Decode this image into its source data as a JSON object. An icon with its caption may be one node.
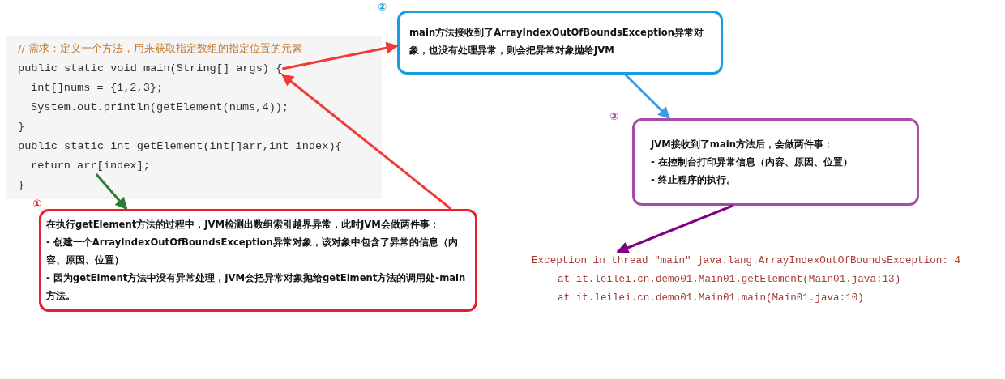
{
  "diagram": {
    "nodes": [
      {
        "text": [],
        "shape": "box"
      },
      {
        "text": [
          "// 需求：定义一个方法，用来获取指定数组的指定位置的元素"
        ],
        "in": 0
      },
      {
        "text": [
          "public static void main(String[] args) {"
        ],
        "in": 0
      },
      {
        "text": [
          "int[]nums = {1,2,3};"
        ],
        "in": 0
      },
      {
        "text": [
          "System.out.println(getElement(nums,4));"
        ],
        "in": 0
      },
      {
        "text": [
          "}"
        ],
        "in": 0
      },
      {
        "text": [
          "public static int getElement(int[]arr,int index){"
        ],
        "in": 0
      },
      {
        "text": [
          "return arr[index];"
        ],
        "in": 0
      },
      {
        "text": [
          "}"
        ],
        "in": 0
      },
      {
        "text": [
          "在执行getElement方法的过程中，JVM检测出数组索引越界异常，此时JVM会做两件事：",
          "- 创建一个ArrayIndexOutOfBoundsException异常对象，该对象中包含了异常的信息（内容、原因、位置）",
          "- 因为getElment方法中没有异常处理，JVM会把异常对象抛给getElment方法的调用处-main方法。"
        ],
        "beside": [
          "①"
        ]
      },
      {
        "text": [
          "main方法接收到了ArrayIndexOutOfBoundsException异常对象，也没有处理异常，则会把异常对象抛给JVM"
        ],
        "beside": [
          "②"
        ]
      },
      {
        "text": [
          "JVM接收到了main方法后，会做两件事：",
          "- 在控制台打印异常信息（内容、原因、位置）",
          "- 终止程序的执行。"
        ],
        "beside": [
          "③"
        ]
      },
      {
        "text": [
          "Exception in thread \"main\" java.lang.ArrayIndexOutOfBoundsException: 4",
          "at it.leilei.cn.demo01.Main01.getElement(Main01.java:13)",
          "at it.leilei.cn.demo01.Main01.main(Main01.java:10)"
        ]
      }
    ],
    "edges": [
      {
        "from": 7,
        "to": 9,
        "arrow": "to",
        "color": "#2e7d32"
      },
      {
        "from": 9,
        "to": 2,
        "arrow": "to"
      },
      {
        "from": 2,
        "to": 10,
        "arrow": "to"
      },
      {
        "from": 10,
        "to": 11,
        "arrow": "to",
        "color": "#3d9be9"
      },
      {
        "from": 11,
        "to": 12,
        "arrow": "to",
        "color": "#800080"
      }
    ]
  }
}
